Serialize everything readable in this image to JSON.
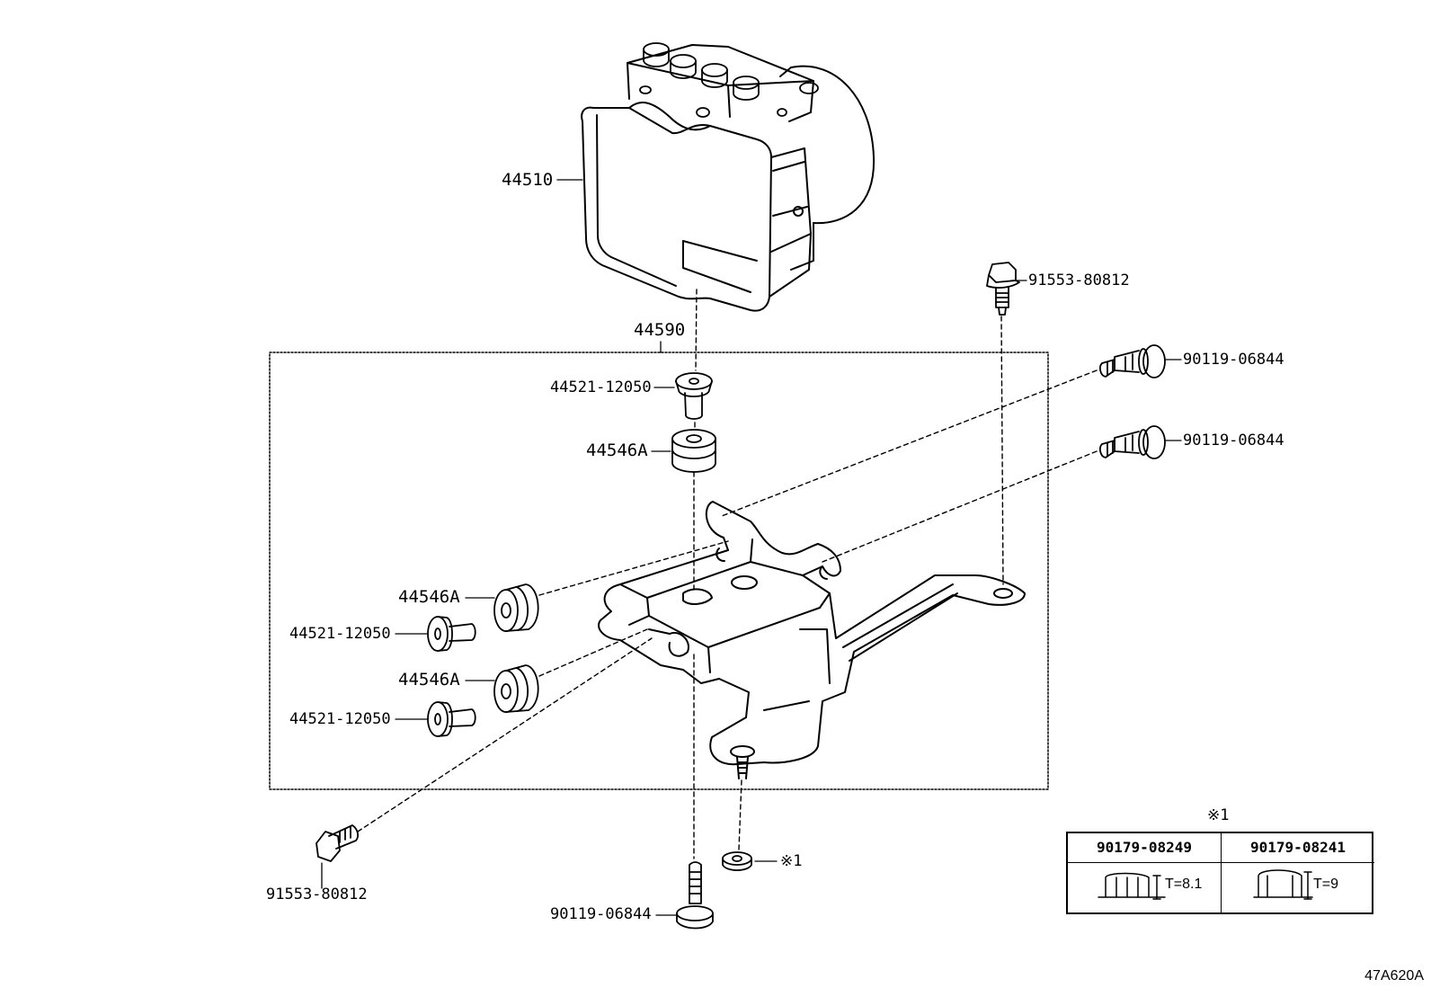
{
  "labels": {
    "abs_actuator": "44510",
    "bracket_assy": "44590",
    "bolt_top": "91553-80812",
    "bolt_right_1": "90119-06844",
    "bolt_right_2": "90119-06844",
    "collar_top": "44521-12050",
    "cushion_top": "44546A",
    "cushion_left_1": "44546A",
    "collar_left_1": "44521-12050",
    "cushion_left_2": "44546A",
    "collar_left_2": "44521-12050",
    "bolt_bottom_left": "91553-80812",
    "bolt_bottom": "90119-06844",
    "nut_note": "※1"
  },
  "note_table": {
    "mark": "※1",
    "columns": [
      {
        "part": "90179-08249",
        "thickness": "T=8.1"
      },
      {
        "part": "90179-08241",
        "thickness": "T=9"
      }
    ]
  },
  "illustration_code": "47A620A"
}
